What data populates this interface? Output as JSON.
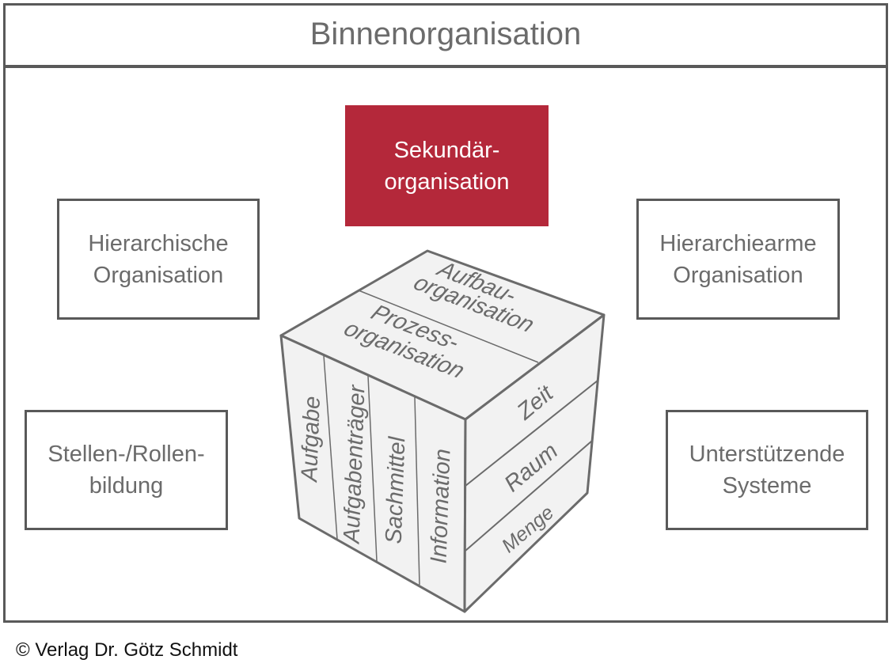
{
  "title": "Binnenorganisation",
  "center_box": {
    "label": "Sekundär-\norganisation",
    "line1": "Sekundär-",
    "line2": "organisation",
    "color": "#b4283a"
  },
  "boxes": {
    "top_left": {
      "line1": "Hierarchische",
      "line2": "Organisation"
    },
    "top_right": {
      "line1": "Hierarchiearme",
      "line2": "Organisation"
    },
    "bottom_left": {
      "line1": "Stellen-/Rollen-",
      "line2": "bildung"
    },
    "bottom_right": {
      "line1": "Unterstützende",
      "line2": "Systeme"
    }
  },
  "cube": {
    "top_faces": [
      {
        "line1": "Aufbau-",
        "line2": "organisation"
      },
      {
        "line1": "Prozess-",
        "line2": "organisation"
      }
    ],
    "front_columns": [
      "Aufgabe",
      "Aufgabenträger",
      "Sachmittel",
      "Information"
    ],
    "side_rows": [
      "Zeit",
      "Raum",
      "Menge"
    ]
  },
  "footer": "© Verlag Dr. Götz Schmidt"
}
